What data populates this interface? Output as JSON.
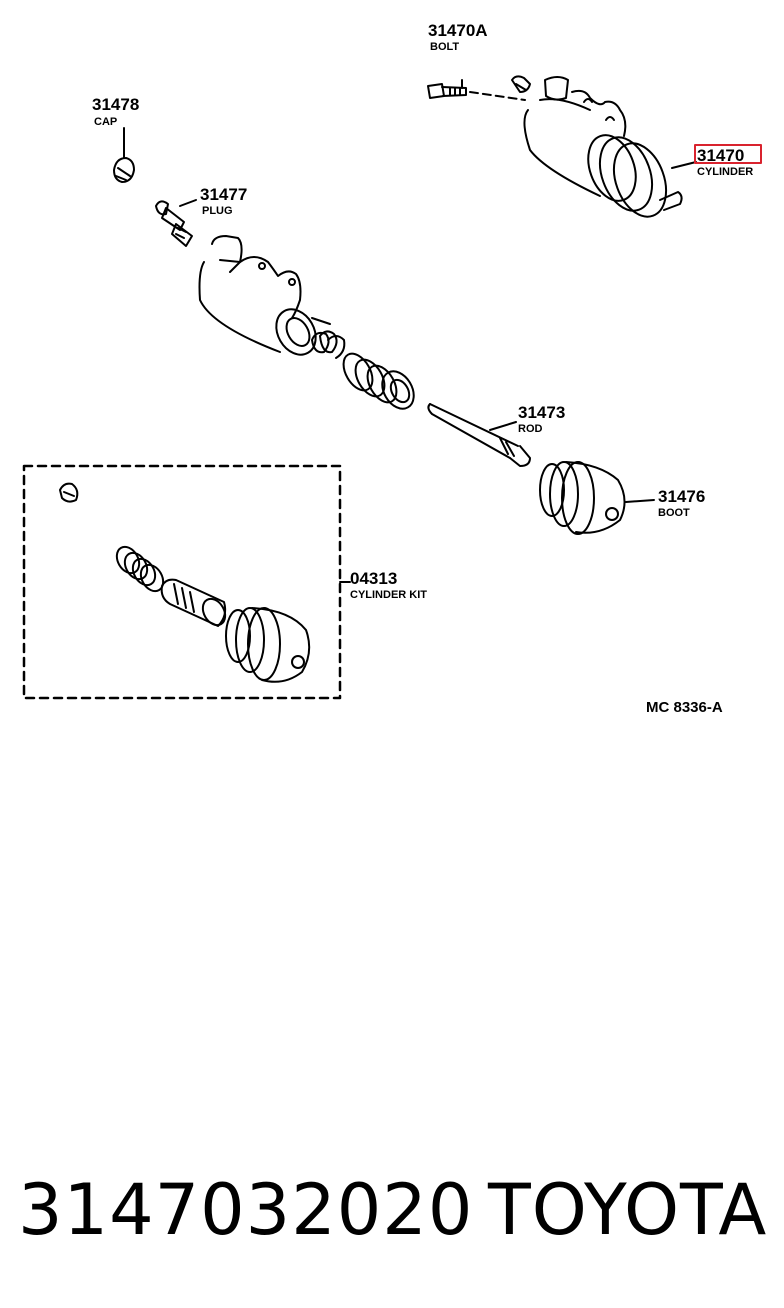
{
  "parts": {
    "bolt": {
      "number": "31470A",
      "name": "BOLT"
    },
    "cap": {
      "number": "31478",
      "name": "CAP"
    },
    "plug": {
      "number": "31477",
      "name": "PLUG"
    },
    "cylinder": {
      "number": "31470",
      "name": "CYLINDER"
    },
    "rod": {
      "number": "31473",
      "name": "ROD"
    },
    "boot": {
      "number": "31476",
      "name": "BOOT"
    },
    "cylinder_kit": {
      "number": "04313",
      "name": "CYLINDER KIT"
    }
  },
  "highlight_color": "#d9232e",
  "reference_code": "MC 8336-A",
  "footer": {
    "part_number": "3147032020",
    "brand": "TOYOTA"
  }
}
